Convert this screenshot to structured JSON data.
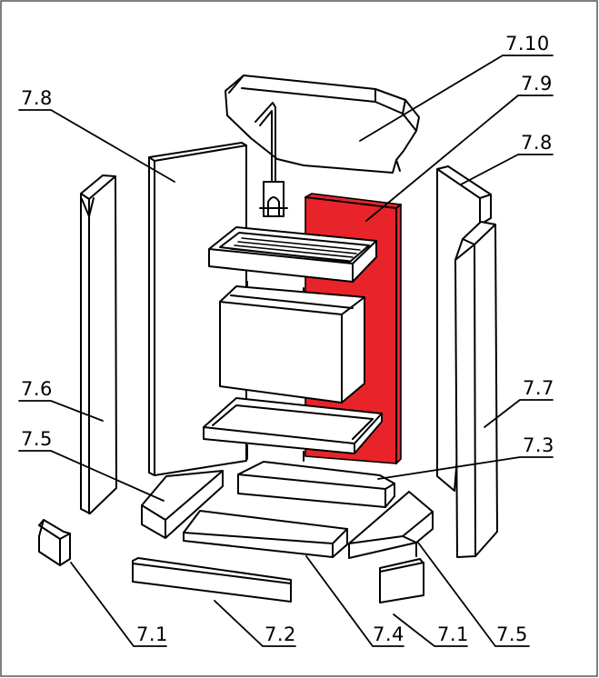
{
  "diagram": {
    "title": "Firebrick set exploded view",
    "highlight_color": "#e8242a",
    "highlighted_part": "7.9",
    "labels": [
      {
        "id": "lbl-7-10",
        "text": "7.10",
        "part": "top baffle plate"
      },
      {
        "id": "lbl-7-9",
        "text": "7.9",
        "part": "rear wall brick (highlighted)"
      },
      {
        "id": "lbl-7-8-left",
        "text": "7.8",
        "part": "left side wall brick"
      },
      {
        "id": "lbl-7-8-right",
        "text": "7.8",
        "part": "right side wall brick"
      },
      {
        "id": "lbl-7-6",
        "text": "7.6",
        "part": "left narrow side brick"
      },
      {
        "id": "lbl-7-7",
        "text": "7.7",
        "part": "right narrow side brick"
      },
      {
        "id": "lbl-7-5-left",
        "text": "7.5",
        "part": "left angled corner brick"
      },
      {
        "id": "lbl-7-5-right",
        "text": "7.5",
        "part": "right angled corner brick"
      },
      {
        "id": "lbl-7-3",
        "text": "7.3",
        "part": "rear floor brick"
      },
      {
        "id": "lbl-7-4",
        "text": "7.4",
        "part": "middle floor brick"
      },
      {
        "id": "lbl-7-2",
        "text": "7.2",
        "part": "front floor brick"
      },
      {
        "id": "lbl-7-1-left",
        "text": "7.1",
        "part": "left small block"
      },
      {
        "id": "lbl-7-1-right",
        "text": "7.1",
        "part": "right small block"
      }
    ]
  }
}
